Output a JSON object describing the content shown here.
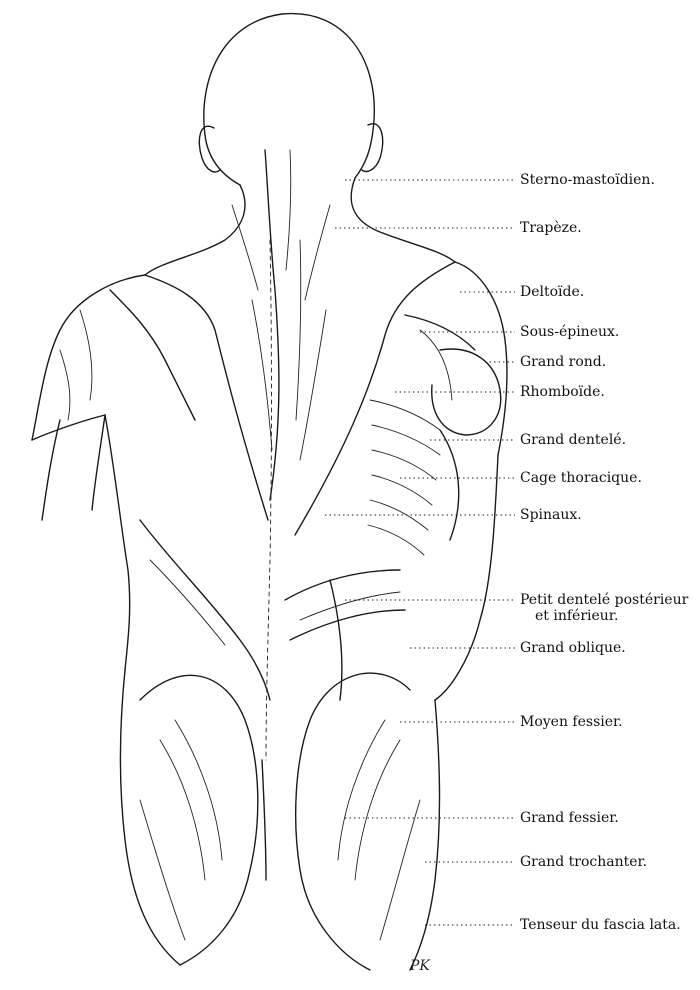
{
  "figure": {
    "labels": [
      {
        "id": "sterno",
        "text": "Sterno-mastoïdien."
      },
      {
        "id": "trapeze",
        "text": "Trapèze."
      },
      {
        "id": "deltoide",
        "text": "Deltoïde."
      },
      {
        "id": "sous-epineux",
        "text": "Sous-épineux."
      },
      {
        "id": "grand-rond",
        "text": "Grand rond."
      },
      {
        "id": "rhomboide",
        "text": "Rhomboïde."
      },
      {
        "id": "grand-dentele",
        "text": "Grand dentelé."
      },
      {
        "id": "cage-thoracique",
        "text": "Cage thoracique."
      },
      {
        "id": "spinaux",
        "text": "Spinaux."
      },
      {
        "id": "petit-dentele-1",
        "text": "Petit dentelé postérieur"
      },
      {
        "id": "petit-dentele-2",
        "text": "et inférieur."
      },
      {
        "id": "grand-oblique",
        "text": "Grand oblique."
      },
      {
        "id": "moyen-fessier",
        "text": "Moyen fessier."
      },
      {
        "id": "grand-fessier",
        "text": "Grand fessier."
      },
      {
        "id": "grand-trochanter",
        "text": "Grand trochanter."
      },
      {
        "id": "tenseur",
        "text": "Tenseur du fascia lata."
      }
    ],
    "signature": "PK",
    "ink_color": "#1a1a1a"
  }
}
